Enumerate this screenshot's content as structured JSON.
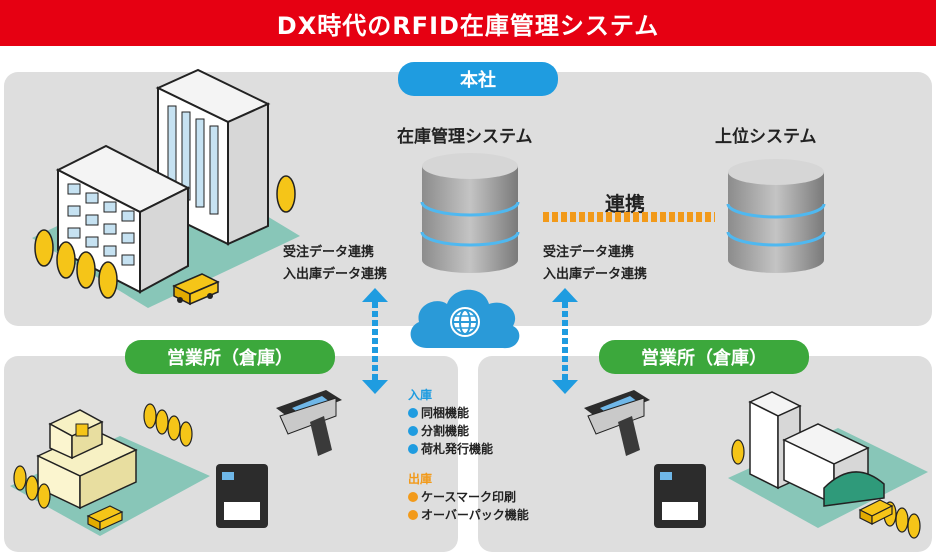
{
  "title": "DX時代のRFID在庫管理システム",
  "colors": {
    "title_bg": "#e60012",
    "hq_pill": "#1f9ce0",
    "branch_pill": "#3ca83c",
    "arrow": "#1f9ce0",
    "link": "#f29a1a",
    "panel": "#dedede"
  },
  "headquarters": {
    "label": "本社",
    "inventory_system": "在庫管理システム",
    "upper_system": "上位システム",
    "link_label": "連携",
    "left_links": [
      "受注データ連携",
      "入出庫データ連携"
    ],
    "right_links": [
      "受注データ連携",
      "入出庫データ連携"
    ]
  },
  "branch_left": {
    "label": "営業所（倉庫）"
  },
  "branch_right": {
    "label": "営業所（倉庫）"
  },
  "functions": {
    "inbound": {
      "heading": "入庫",
      "items": [
        "同梱機能",
        "分割機能",
        "荷札発行機能"
      ]
    },
    "outbound": {
      "heading": "出庫",
      "items": [
        "ケースマーク印刷",
        "オーバーパック機能"
      ]
    }
  },
  "icons": [
    "globe-icon",
    "cloud-icon",
    "database-icon",
    "building-icon",
    "tree-icon",
    "truck-icon",
    "handheld-reader-icon",
    "label-printer-icon",
    "store-icon"
  ]
}
